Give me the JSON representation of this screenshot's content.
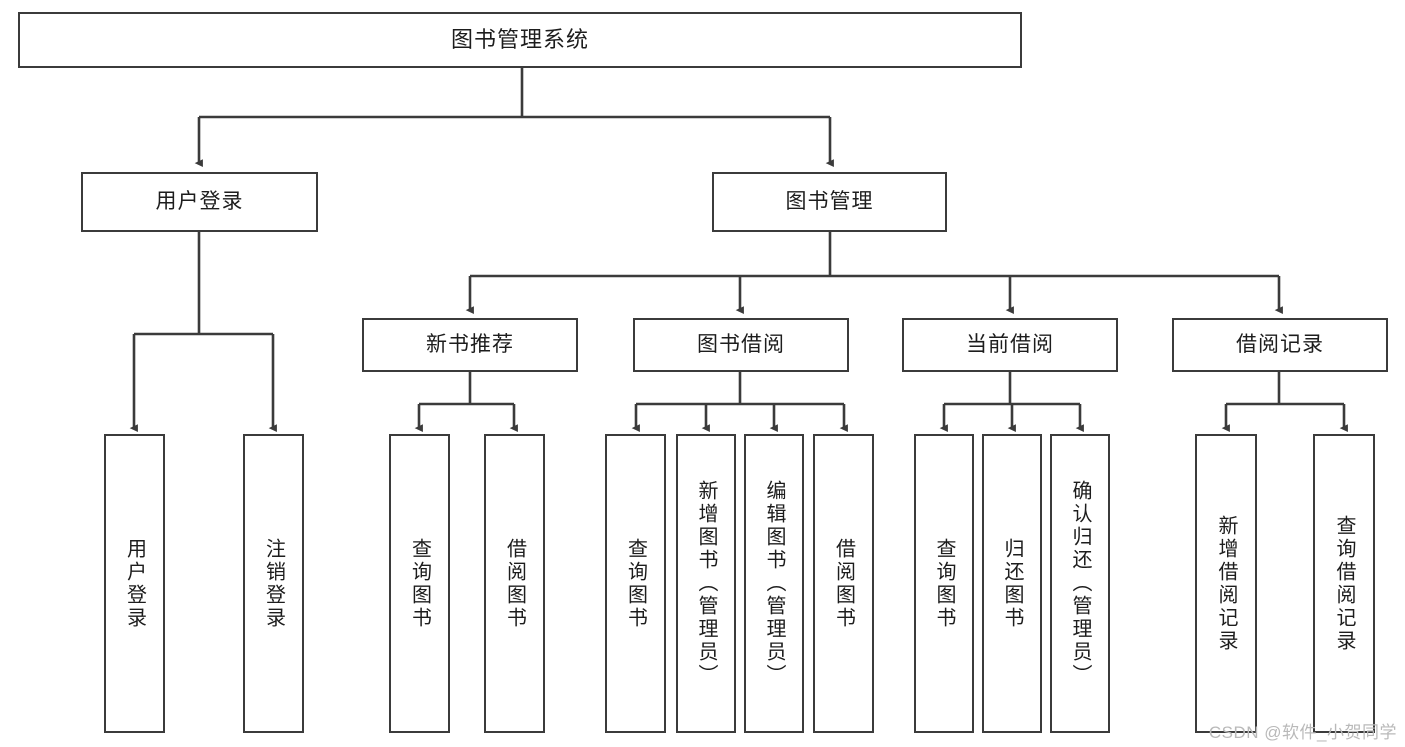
{
  "diagram": {
    "type": "tree",
    "title_node": {
      "label": "图书管理系统"
    },
    "level2": [
      {
        "label": "用户登录"
      },
      {
        "label": "图书管理"
      }
    ],
    "level3": [
      {
        "label": "新书推荐"
      },
      {
        "label": "图书借阅"
      },
      {
        "label": "当前借阅"
      },
      {
        "label": "借阅记录"
      }
    ],
    "leaves": {
      "user_login": [
        {
          "label": "用户登录"
        },
        {
          "label": "注销登录"
        }
      ],
      "new_book_recommend": [
        {
          "label": "查询图书"
        },
        {
          "label": "借阅图书"
        }
      ],
      "book_borrow": [
        {
          "label": "查询图书"
        },
        {
          "label": "新增图书（管理员）"
        },
        {
          "label": "编辑图书（管理员）"
        },
        {
          "label": "借阅图书"
        }
      ],
      "current_borrow": [
        {
          "label": "查询图书"
        },
        {
          "label": "归还图书"
        },
        {
          "label": "确认归还（管理员）"
        }
      ],
      "borrow_record": [
        {
          "label": "新增借阅记录"
        },
        {
          "label": "查询借阅记录"
        }
      ]
    }
  },
  "watermark": {
    "text": "CSDN @软件_小贺同学"
  },
  "colors": {
    "stroke": "#3b3b3b",
    "background": "#ffffff",
    "text": "#1d1d1d",
    "watermark": "#b9b9b9"
  }
}
